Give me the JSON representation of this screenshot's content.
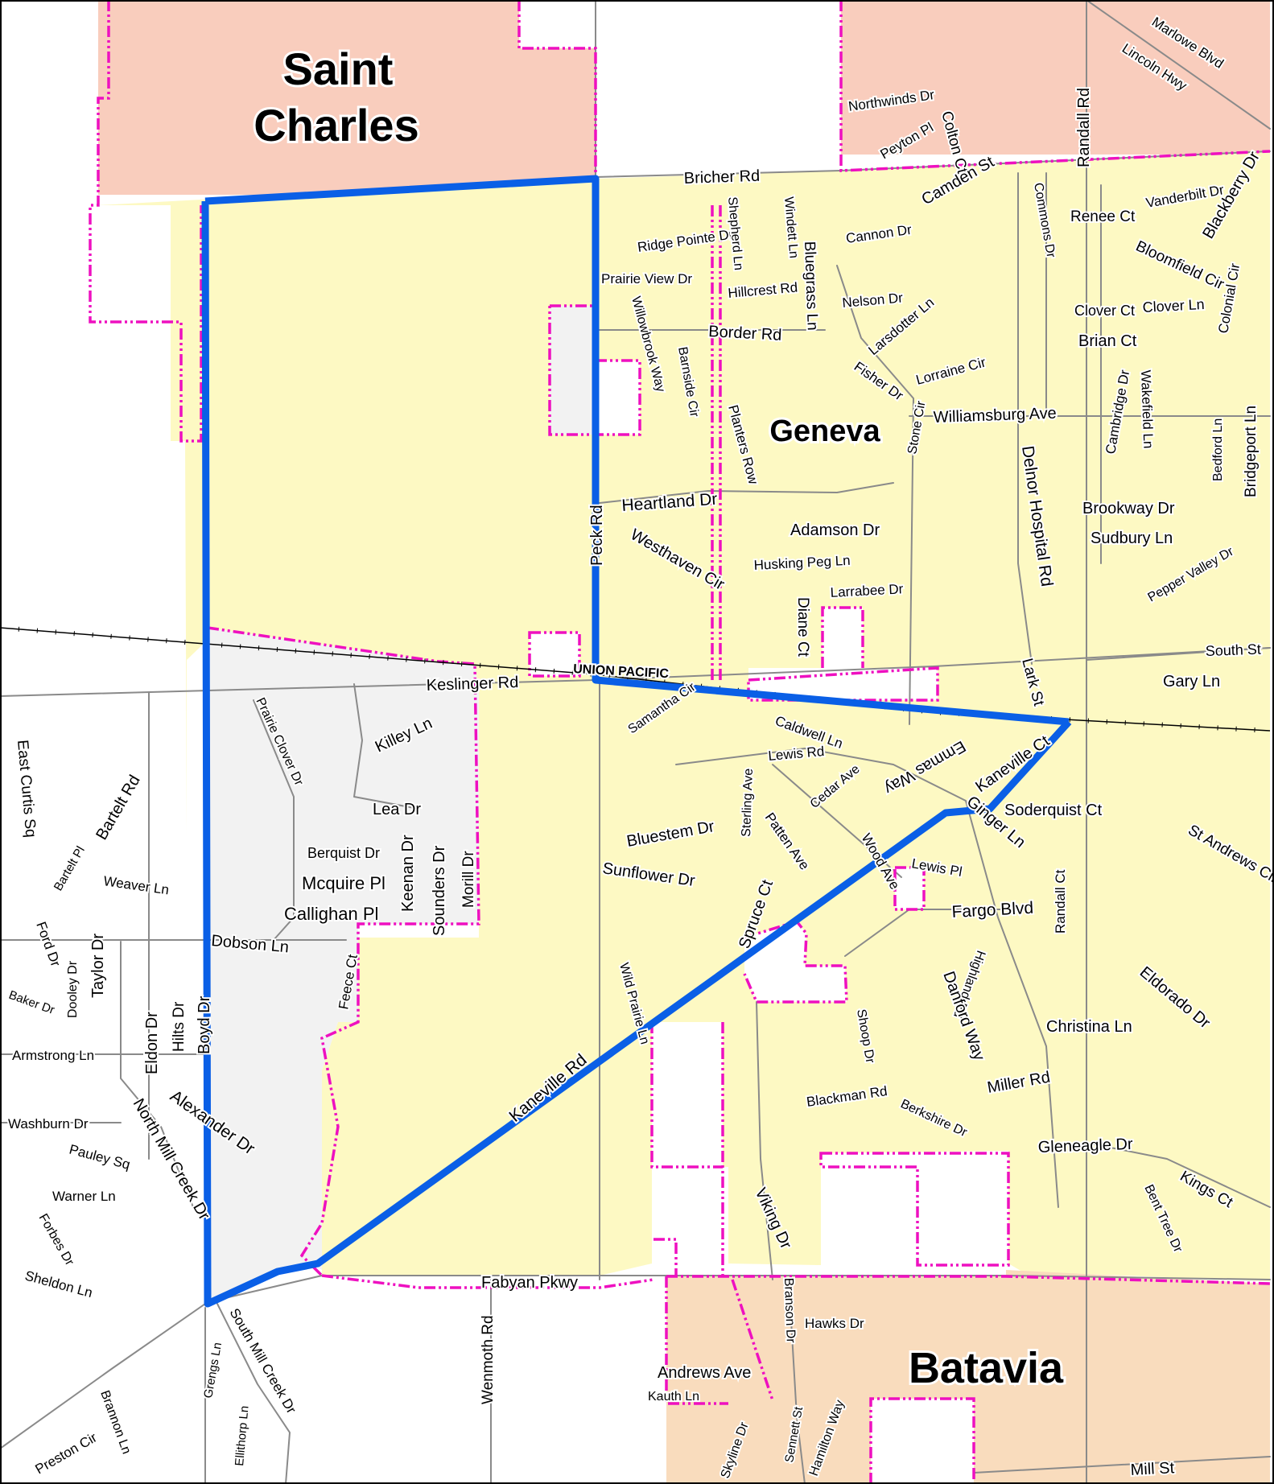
{
  "cities": {
    "saint_charles_line1": "Saint",
    "saint_charles_line2": "Charles",
    "geneva": "Geneva",
    "batavia": "Batavia"
  },
  "railroad_label": "UNION PACIFIC",
  "streets": {
    "marlowe": "Marlowe Blvd",
    "lincoln": "Lincoln Hwy",
    "northwinds": "Northwinds Dr",
    "peyton": "Peyton Pl",
    "colton": "Colton Ct",
    "randall_rd": "Randall Rd",
    "bricher": "Bricher Rd",
    "camden": "Camden St",
    "cannon": "Cannon Dr",
    "commons": "Commons Dr",
    "renee": "Renee Ct",
    "vanderbilt": "Vanderbilt Dr",
    "blackberry": "Blackberry Dr",
    "bloomfield": "Bloomfield Cir",
    "ridge_pointe": "Ridge Pointe Dr",
    "shepherd": "Shepherd Ln",
    "windett": "Windett Ln",
    "bluegrass": "Bluegrass Ln",
    "hillcrest": "Hillcrest Rd",
    "prairie_view": "Prairie View Dr",
    "willowbrook": "Willowbrook Way",
    "nelson": "Nelson Dr",
    "larsdotter": "Larsdotter Ln",
    "clover_ct": "Clover Ct",
    "clover_ln": "Clover Ln",
    "colonial": "Colonial Cir",
    "border": "Border Rd",
    "brian": "Brian Ct",
    "barnside": "Barnside Cir",
    "lorraine": "Lorraine Cir",
    "fisher": "Fisher Dr",
    "williamsburg": "Williamsburg Ave",
    "cambridge": "Cambridge Dr",
    "wakefield": "Wakefield Ln",
    "bedford": "Bedford Ln",
    "bridgeport": "Bridgeport Ln",
    "planters": "Planters Row",
    "stone": "Stone Cir",
    "delnor": "Delnor Hospital Rd",
    "heartland": "Heartland Dr",
    "peck": "Peck Rd",
    "westhaven": "Westhaven Cir",
    "brookway": "Brookway Dr",
    "adamson": "Adamson Dr",
    "sudbury": "Sudbury Ln",
    "husking": "Husking Peg Ln",
    "pepper_valley": "Pepper Valley Dr",
    "larrabee": "Larrabee Dr",
    "diane": "Diane Ct",
    "south_st": "South St",
    "lark": "Lark St",
    "gary": "Gary Ln",
    "keslinger": "Keslinger Rd",
    "prairie_clover": "Prairie Clover Dr",
    "killey": "Killey Ln",
    "samantha": "Samantha Cir",
    "caldwell": "Caldwell Ln",
    "emmas": "Emmas Way",
    "lewis_rd": "Lewis Rd",
    "kaneville_ct": "Kaneville Ct",
    "east_curtis": "East Curtis Sq",
    "bartelt_rd": "Bartelt Rd",
    "bartelt_pl": "Bartelt Pl",
    "lea": "Lea Dr",
    "cedar": "Cedar Ave",
    "sterling": "Sterling Ave",
    "bluestem": "Bluestem Dr",
    "ginger": "Ginger Ln",
    "soderquist": "Soderquist Ct",
    "st_andrews": "St Andrews Cir",
    "patten": "Patten Ave",
    "wood": "Wood Ave",
    "weaver": "Weaver Ln",
    "berquist": "Berquist Dr",
    "keenan": "Keenan Dr",
    "sounders": "Sounders Dr",
    "morill": "Morill Dr",
    "sunflower": "Sunflower Dr",
    "lewis_pl": "Lewis Pl",
    "randall_ct": "Randall Ct",
    "mcquire": "Mcquire Pl",
    "callighan": "Callighan Pl",
    "spruce": "Spruce Ct",
    "fargo": "Fargo Blvd",
    "taylor": "Taylor Dr",
    "ford": "Ford Dr",
    "dobson": "Dobson Ln",
    "feece": "Feece Ct",
    "dooley": "Dooley Dr",
    "wild_prairie": "Wild Prairie Ln",
    "highland": "Highland Rd",
    "danford": "Danford Way",
    "eldorado": "Eldorado Dr",
    "baker": "Baker Dr",
    "hilts": "Hilts Dr",
    "boyd": "Boyd Dr",
    "eldon": "Eldon Dr",
    "christina": "Christina Ln",
    "shoop": "Shoop Dr",
    "armstrong": "Armstrong Ln",
    "alexander": "Alexander Dr",
    "kaneville_rd": "Kaneville Rd",
    "miller": "Miller Rd",
    "blackman": "Blackman Rd",
    "washburn": "Washburn Dr",
    "berkshire": "Berkshire Dr",
    "gleneagle": "Gleneagle Dr",
    "north_mill": "North Mill Creek Dr",
    "pauley": "Pauley Sq",
    "kings": "Kings Ct",
    "warner": "Warner Ln",
    "bent_tree": "Bent Tree Dr",
    "viking": "Viking Dr",
    "forbes": "Forbes Dr",
    "sheldon": "Sheldon Ln",
    "fabyan": "Fabyan Pkwy",
    "branson": "Branson Dr",
    "hawks": "Hawks Dr",
    "grengs": "Grengs Ln",
    "south_mill": "South Mill Creek Dr",
    "wenmoth": "Wenmoth Rd",
    "andrews": "Andrews Ave",
    "kauth": "Kauth Ln",
    "ellithorp": "Ellithorp Ln",
    "brannon": "Brannon Ln",
    "preston": "Preston Cir",
    "skyline": "Skyline Dr",
    "sennett": "Sennett St",
    "hamilton": "Hamilton Way",
    "mill_st": "Mill St"
  },
  "colors": {
    "saint_charles_fill": "#f9cdbd",
    "geneva_fill": "#fdf9c3",
    "batavia_fill": "#f9dcbd",
    "unincorporated_fill": "#f2f2f2",
    "boundary_line": "#ee10c0",
    "study_area_line": "#0a5fe6",
    "road": "#8a8a8a",
    "railroad": "#000000"
  }
}
